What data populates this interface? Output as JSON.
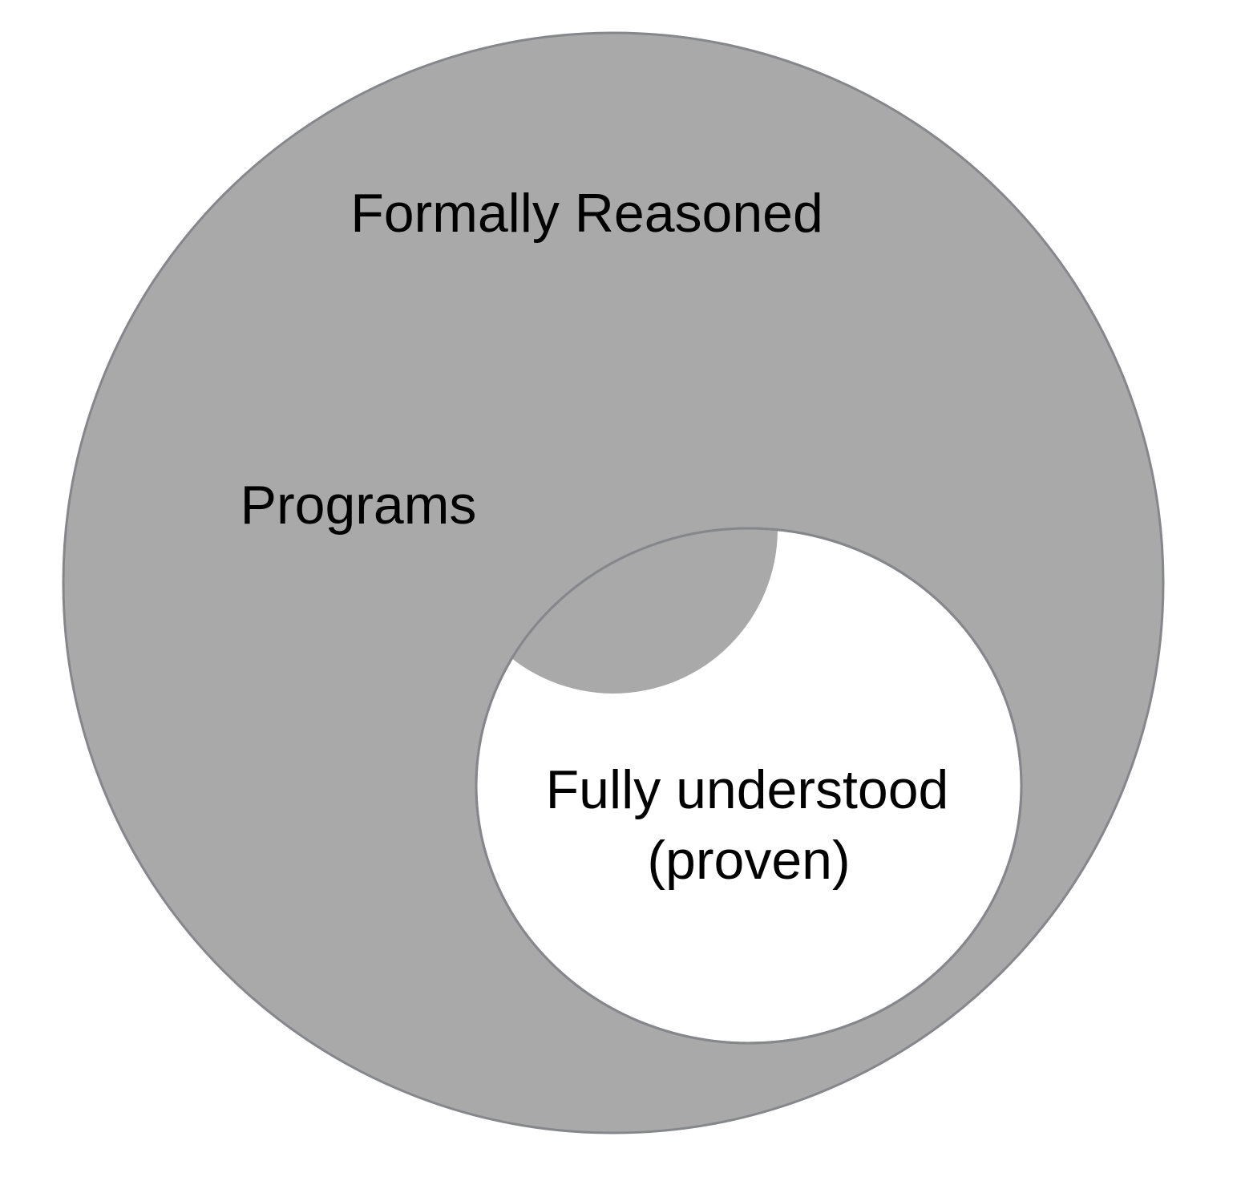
{
  "diagram": {
    "labels": {
      "outer": "Formally Reasoned",
      "programs": "Programs",
      "inner_line1": "Fully understood",
      "inner_line2": "(proven)"
    },
    "colors": {
      "fill": "#a8a9a8",
      "stroke": "#85878b",
      "inner_fill": "#ffffff",
      "text": "#000000",
      "background": "#ffffff"
    }
  }
}
